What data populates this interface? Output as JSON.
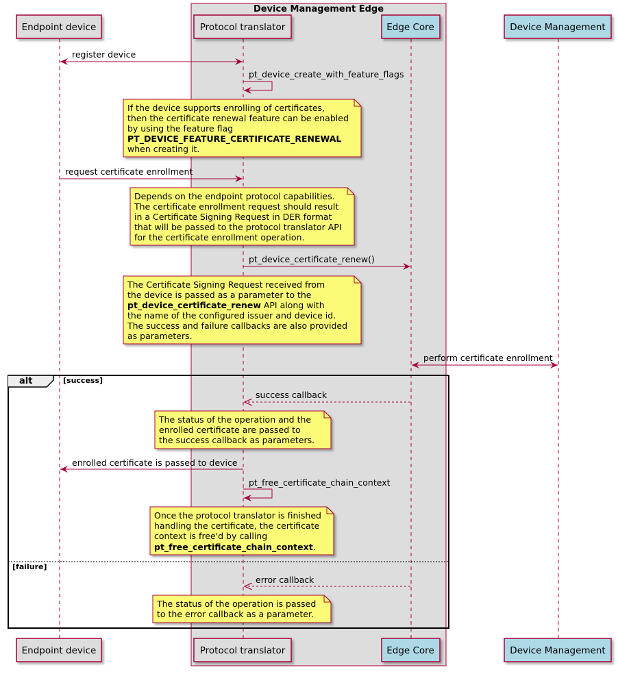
{
  "box": {
    "title": "Device Management Edge"
  },
  "participants": {
    "endpoint": "Endpoint device",
    "protocol": "Protocol translator",
    "edge": "Edge Core",
    "devmgmt": "Device Management"
  },
  "messages": {
    "register": "register device",
    "create": "pt_device_create_with_feature_flags",
    "request": "request certificate enrollment",
    "renew": "pt_device_certificate_renew()",
    "perform": "perform certificate enrollment",
    "success_cb": "success callback",
    "enrolled": "enrolled certificate is passed to device",
    "free": "pt_free_certificate_chain_context",
    "error_cb": "error callback"
  },
  "notes": {
    "n1": {
      "l1": "If the device supports enrolling of certificates,",
      "l2": "then the certificate renewal feature can be enabled",
      "l3": "by using the feature flag",
      "l4": "PT_DEVICE_FEATURE_CERTIFICATE_RENEWAL",
      "l5": "when creating it."
    },
    "n2": {
      "l1": "Depends on the endpoint protocol capabilities.",
      "l2": "The certificate enrollment request should result",
      "l3": "in a Certificate Signing Request in DER format",
      "l4": "that will be passed to the protocol translator API",
      "l5": "for the certificate enrollment operation."
    },
    "n3": {
      "l1": "The Certificate Signing Request received from",
      "l2": "the device is passed as a parameter to the",
      "l3b": "pt_device_certificate_renew",
      "l3": " API along with",
      "l4": "the name of the configured issuer and device id.",
      "l5": "The success and failure callbacks are also provided",
      "l6": "as parameters."
    },
    "n4": {
      "l1": "The status of the operation and the",
      "l2": "enrolled certificate are passed to",
      "l3": "the success callback as parameters."
    },
    "n5": {
      "l1": "Once the protocol translator is finished",
      "l2": "handling the certificate, the certificate",
      "l3": "context is free'd by calling",
      "l4b": "pt_free_certificate_chain_context",
      "l4": "."
    },
    "n6": {
      "l1": "The status of the operation is passed",
      "l2": "to the error callback as a parameter."
    }
  },
  "alt": {
    "keyword": "alt",
    "success_guard": "[success]",
    "failure_guard": "[failure]"
  },
  "colors": {
    "accent": "#A80036",
    "participant_gray": "#DDDDDD",
    "participant_blue": "#ADD8E6",
    "note_fill": "#FBFB77",
    "box_fill": "#DDDDDD"
  }
}
